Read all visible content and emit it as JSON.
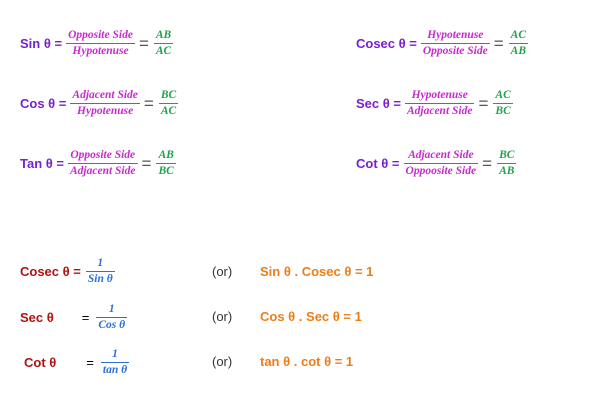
{
  "trig_ratios": [
    {
      "lhs": "Sin θ =",
      "num": "Opposite Side",
      "den": "Hypotenuse",
      "num2": "AB",
      "den2": "AC"
    },
    {
      "lhs": "Cos θ =",
      "num": "Adjacent Side",
      "den": "Hypotenuse",
      "num2": "BC",
      "den2": "AC"
    },
    {
      "lhs": "Tan θ =",
      "num": "Opposite Side",
      "den": "Adjacent Side",
      "num2": "AB",
      "den2": "BC"
    },
    {
      "lhs": "Cosec θ =",
      "num": "Hypotenuse",
      "den": "Opposite Side",
      "num2": "AC",
      "den2": "AB"
    },
    {
      "lhs": "Sec θ =",
      "num": "Hypotenuse",
      "den": "Adjacent Side",
      "num2": "AC",
      "den2": "BC"
    },
    {
      "lhs": "Cot θ =",
      "num": "Adjacent Side",
      "den": "Oppoosite Side",
      "num2": "BC",
      "den2": "AB"
    }
  ],
  "reciprocals": [
    {
      "lhs": "Cosec θ =",
      "num": "1",
      "den": "Sin θ",
      "or": "(or)",
      "product": "Sin θ . Cosec θ = 1"
    },
    {
      "lhs": "Sec θ",
      "eq": "=",
      "num": "1",
      "den": "Cos θ",
      "or": "(or)",
      "product": "Cos θ . Sec θ = 1"
    },
    {
      "lhs": "Cot θ",
      "eq": "=",
      "num": "1",
      "den": "tan θ",
      "or": "(or)",
      "product": "tan θ . cot θ = 1"
    }
  ]
}
